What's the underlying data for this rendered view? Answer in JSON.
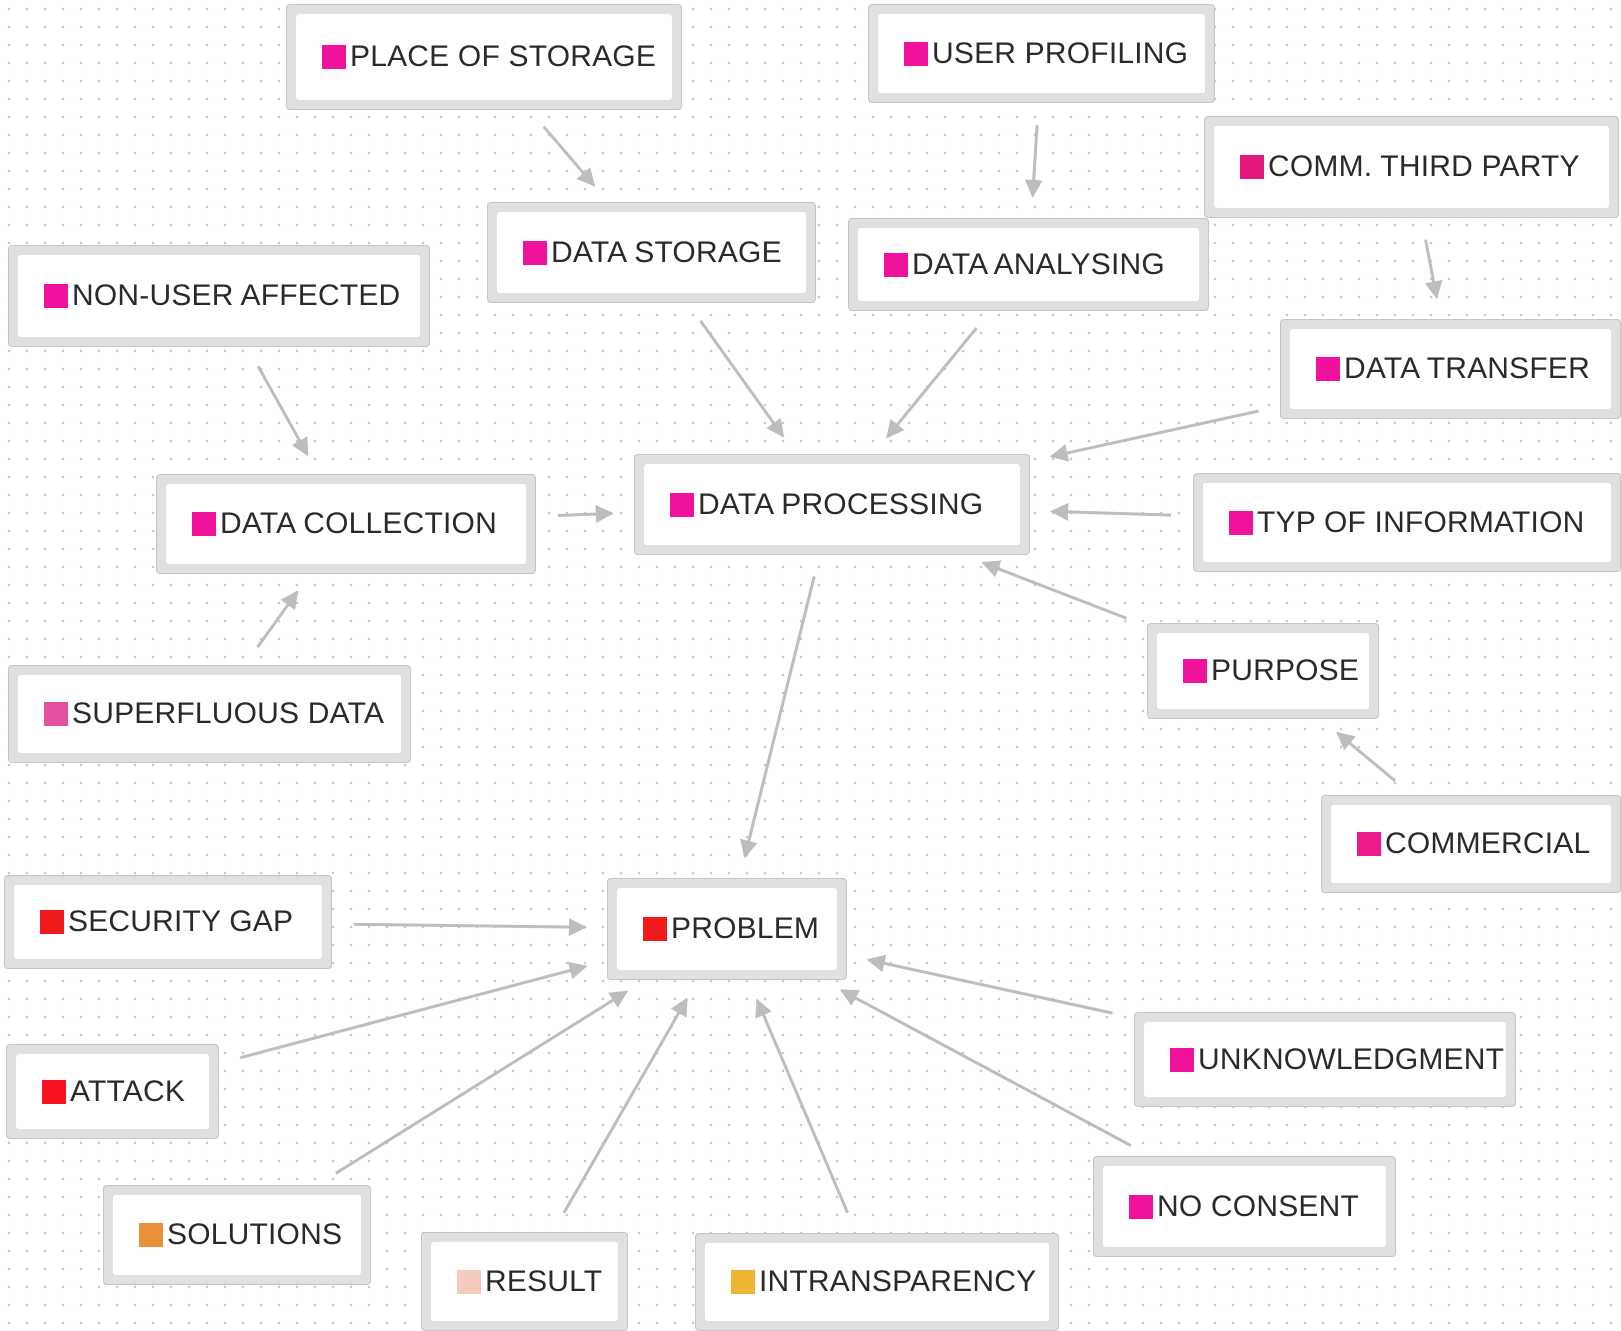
{
  "colors": {
    "magenta": "#f0129a",
    "red": "#f21b1b",
    "orange": "#e8913a",
    "peach": "#f4cbbd",
    "yellow": "#efb431",
    "pink": "#e2509f",
    "edge": "#bdbdbd"
  },
  "nodes": {
    "place_of_storage": {
      "label": "PLACE OF STORAGE",
      "color": "#f0129a"
    },
    "user_profiling": {
      "label": "USER PROFILING",
      "color": "#f0129a"
    },
    "comm_third_party": {
      "label": "COMM. THIRD PARTY",
      "color": "#e5197d"
    },
    "data_storage": {
      "label": "DATA STORAGE",
      "color": "#f0129a"
    },
    "data_analysing": {
      "label": "DATA ANALYSING",
      "color": "#f0129a"
    },
    "non_user_affected": {
      "label": "NON-USER AFFECTED",
      "color": "#f0129a"
    },
    "data_transfer": {
      "label": "DATA TRANSFER",
      "color": "#f0129a"
    },
    "data_collection": {
      "label": "DATA COLLECTION",
      "color": "#f0129a"
    },
    "data_processing": {
      "label": "DATA PROCESSING",
      "color": "#f0129a"
    },
    "typ_of_information": {
      "label": "TYP OF INFORMATION",
      "color": "#f0129a"
    },
    "purpose": {
      "label": "PURPOSE",
      "color": "#f0129a"
    },
    "superfluous_data": {
      "label": "SUPERFLUOUS DATA",
      "color": "#e2509f"
    },
    "commercial": {
      "label": "COMMERCIAL",
      "color": "#ec1a8d"
    },
    "security_gap": {
      "label": "SECURITY GAP",
      "color": "#f21b1b"
    },
    "problem": {
      "label": "PROBLEM",
      "color": "#f21b1b"
    },
    "attack": {
      "label": "ATTACK",
      "color": "#f7131f"
    },
    "unknowledgment": {
      "label": "UNKNOWLEDGMENT",
      "color": "#f0129a"
    },
    "solutions": {
      "label": "SOLUTIONS",
      "color": "#e8913a"
    },
    "no_consent": {
      "label": "NO CONSENT",
      "color": "#f0129a"
    },
    "result": {
      "label": "RESULT",
      "color": "#f4cbbd"
    },
    "intransparency": {
      "label": "INTRANSPARENCY",
      "color": "#efb431"
    }
  },
  "edges": [
    {
      "from": "place_of_storage",
      "to": "data_storage"
    },
    {
      "from": "user_profiling",
      "to": "data_analysing"
    },
    {
      "from": "comm_third_party",
      "to": "data_transfer"
    },
    {
      "from": "non_user_affected",
      "to": "data_collection"
    },
    {
      "from": "superfluous_data",
      "to": "data_collection"
    },
    {
      "from": "data_collection",
      "to": "data_processing"
    },
    {
      "from": "data_storage",
      "to": "data_processing"
    },
    {
      "from": "data_analysing",
      "to": "data_processing"
    },
    {
      "from": "data_transfer",
      "to": "data_processing"
    },
    {
      "from": "typ_of_information",
      "to": "data_processing"
    },
    {
      "from": "purpose",
      "to": "data_processing"
    },
    {
      "from": "commercial",
      "to": "purpose"
    },
    {
      "from": "data_processing",
      "to": "problem"
    },
    {
      "from": "security_gap",
      "to": "problem"
    },
    {
      "from": "attack",
      "to": "problem"
    },
    {
      "from": "solutions",
      "to": "problem"
    },
    {
      "from": "result",
      "to": "problem"
    },
    {
      "from": "intransparency",
      "to": "problem"
    },
    {
      "from": "no_consent",
      "to": "problem"
    },
    {
      "from": "unknowledgment",
      "to": "problem"
    }
  ]
}
